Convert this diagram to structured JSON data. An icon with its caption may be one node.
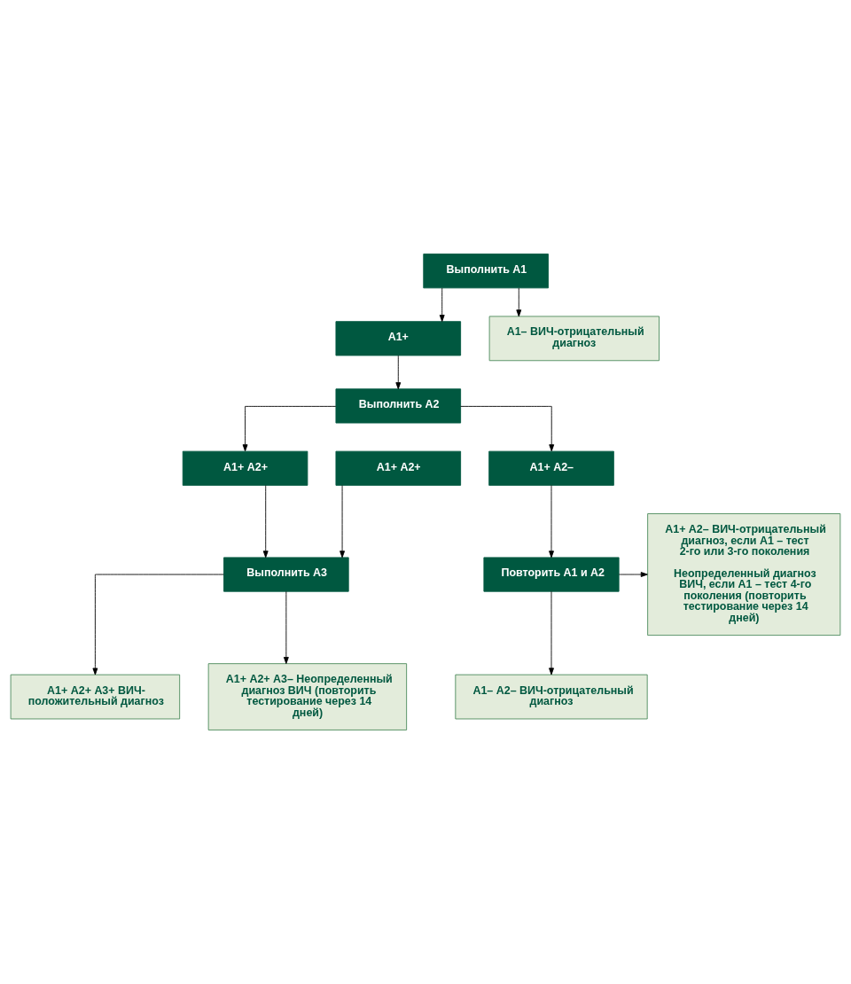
{
  "diagram": {
    "nodes": [
      {
        "text": [
          "Выполнить А1"
        ]
      },
      {
        "text": [
          "А1+"
        ]
      },
      {
        "text": [
          "А1– ВИЧ-отрицательный диагноз"
        ]
      },
      {
        "text": [
          "Выполнить А2"
        ]
      },
      {
        "text": [
          "А1+ А2+"
        ]
      },
      {
        "text": [
          "А1+ А2–"
        ]
      },
      {
        "text": [
          "Повторить А1 и А2"
        ]
      },
      {
        "text": [
          "А1+ А2– ВИЧ-отрицательный диагноз, если А1 – тест 2-го или 3-го поколения",
          "Неопределенный диагноз ВИЧ, если А1 – тест 4-го поколения (повторить тестирование через 14 дней)"
        ]
      },
      {
        "text": [
          "А1– А2– ВИЧ-отрицательный диагноз"
        ]
      },
      {
        "text": [
          "А1+ А2+"
        ]
      },
      {
        "text": [
          "Выполнить А3"
        ]
      },
      {
        "text": [
          "А1+ А2+ А3+ ВИЧ-положительный диагноз"
        ]
      },
      {
        "text": [
          "А1+ А2+ А3– Неопределенный диагноз ВИЧ (повторить тестирование через 14 дней)"
        ]
      }
    ],
    "edges": [
      {
        "from": 0,
        "to": 1,
        "arrow": "to"
      },
      {
        "from": 0,
        "to": 2,
        "arrow": "to"
      },
      {
        "from": 1,
        "to": 3,
        "arrow": "to"
      },
      {
        "from": 3,
        "to": 4,
        "arrow": "to"
      },
      {
        "from": 3,
        "to": 5,
        "arrow": "to"
      },
      {
        "from": 5,
        "to": 6,
        "arrow": "to"
      },
      {
        "from": 6,
        "to": 7,
        "arrow": "to"
      },
      {
        "from": 6,
        "to": 8,
        "arrow": "to"
      },
      {
        "from": 4,
        "to": 10,
        "arrow": "to"
      },
      {
        "from": 9,
        "to": 10,
        "arrow": "to"
      },
      {
        "from": 10,
        "to": 11,
        "arrow": "to"
      },
      {
        "from": 10,
        "to": 12,
        "arrow": "to"
      }
    ]
  }
}
